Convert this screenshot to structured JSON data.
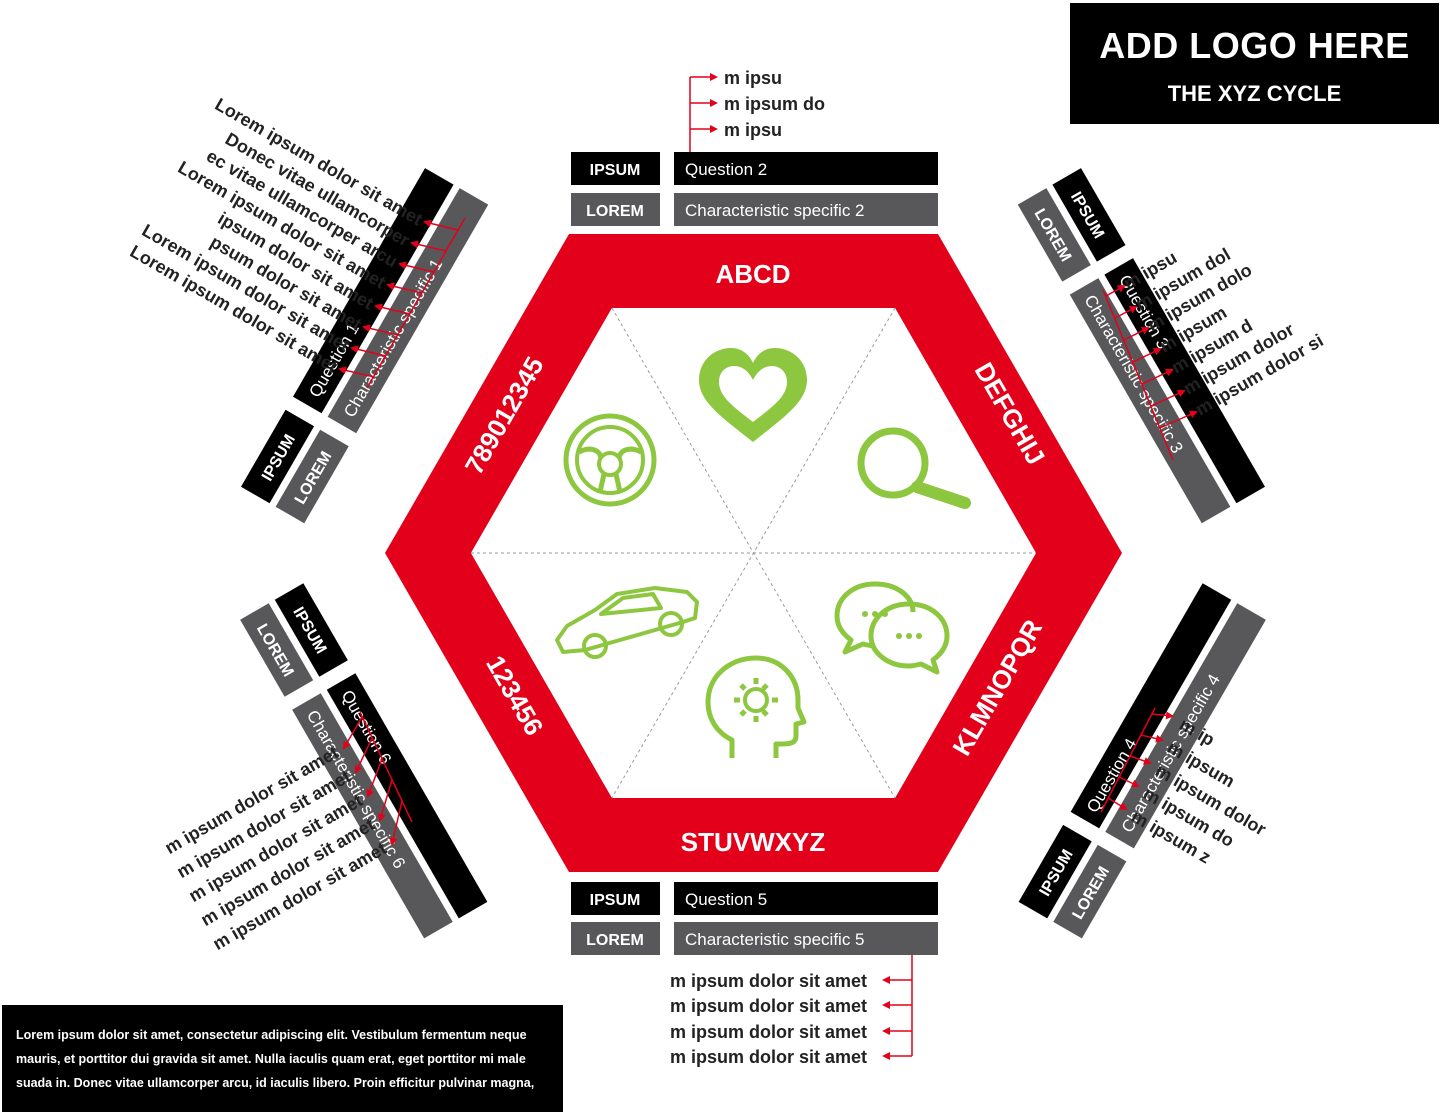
{
  "logo": {
    "title": "ADD LOGO HERE",
    "subtitle": "THE XYZ CYCLE"
  },
  "colors": {
    "red": "#e3001b",
    "black": "#000000",
    "gray": "#58585a",
    "green": "#8dc63f",
    "arrow": "#e3001b"
  },
  "segments": [
    {
      "id": "top",
      "label": "ABCD"
    },
    {
      "id": "upper-right",
      "label": "DEFGHIJ"
    },
    {
      "id": "lower-right",
      "label": "KLMNOPQR"
    },
    {
      "id": "bottom",
      "label": "STUVWXYZ"
    },
    {
      "id": "lower-left",
      "label": "123456"
    },
    {
      "id": "upper-left",
      "label": "789012345"
    }
  ],
  "icons": [
    "heart-icon",
    "magnifier-icon",
    "chat-bubbles-icon",
    "head-gear-icon",
    "sports-car-icon",
    "steering-wheel-icon"
  ],
  "tags": {
    "ipsum": "IPSUM",
    "lorem": "LOREM"
  },
  "groups": [
    {
      "id": "1",
      "question": "Question 1",
      "characteristic": "Characteristic specific 1",
      "bullets": [
        "Lorem ipsum dolor sit amet",
        "Donec vitae ullamcorper",
        "ec vitae ullamcorper arcu",
        "Lorem ipsum dolor sit amet",
        "ipsum dolor sit amet",
        "psum dolor sit amet",
        "Lorem ipsum dolor sit amet",
        "Lorem ipsum dolor sit amet"
      ]
    },
    {
      "id": "2",
      "question": "Question 2",
      "characteristic": "Characteristic specific 2",
      "bullets": [
        "m ipsu",
        "m ipsum do",
        "m ipsu"
      ]
    },
    {
      "id": "3",
      "question": "Question 3",
      "characteristic": "Characteristic specific 3",
      "bullets": [
        "m ipsu",
        "m ipsum dol",
        "m ipsum dolo",
        "m ipsum",
        "m ipsum d",
        "m ipsum dolor",
        "m ipsum dolor si"
      ]
    },
    {
      "id": "4",
      "question": "Question 4",
      "characteristic": "Characteristic specific 4",
      "bullets": [
        "m ip",
        "m ipsum",
        "m ipsum dolor",
        "m ipsum do",
        "m ipsum z"
      ]
    },
    {
      "id": "5",
      "question": "Question 5",
      "characteristic": "Characteristic specific 5",
      "bullets": [
        "m ipsum dolor sit amet",
        "m ipsum dolor sit amet",
        "m ipsum dolor sit amet",
        "m ipsum dolor sit amet"
      ]
    },
    {
      "id": "6",
      "question": "Question 6",
      "characteristic": "Characteristic specific 6",
      "bullets": [
        "m ipsum dolor sit amet",
        "m ipsum dolor sit amet",
        "m ipsum dolor sit amet",
        "m ipsum dolor sit amet",
        "m ipsum dolor sit amet"
      ]
    }
  ],
  "footer": {
    "text": "Lorem ipsum dolor sit amet, consectetur adipiscing elit. Vestibulum fermentum neque mauris, et porttitor dui gravida sit amet. Nulla iaculis quam erat, eget porttitor mi male suada in. Donec vitae ullamcorper arcu, id iaculis libero. Proin efficitur pulvinar magna,"
  }
}
